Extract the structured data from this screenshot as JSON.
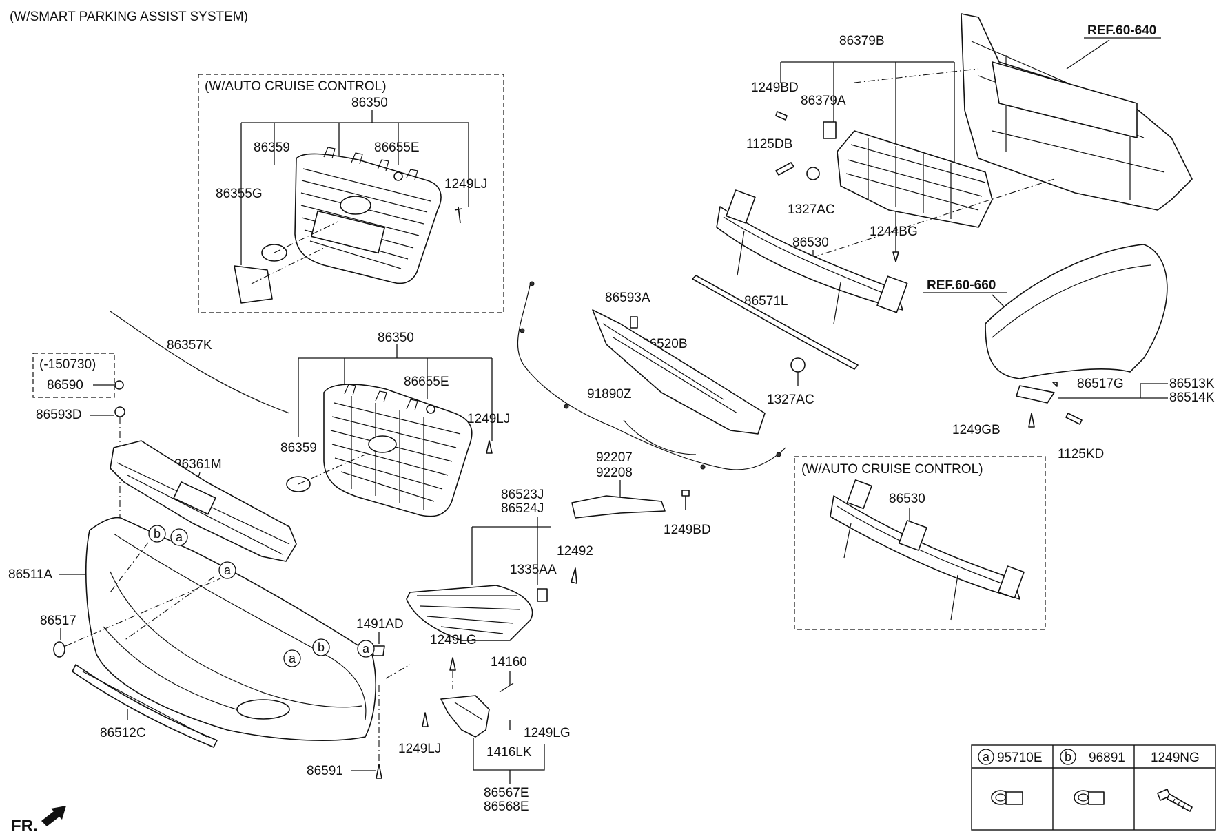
{
  "header": {
    "title": "(W/SMART PARKING ASSIST SYSTEM)"
  },
  "boxes": {
    "cruise_top": "(W/AUTO CRUISE CONTROL)",
    "cruise_bottom": "(W/AUTO CRUISE CONTROL)",
    "date_note": "(-150730)"
  },
  "refs": {
    "ref1": "REF.60-640",
    "ref2": "REF.60-660"
  },
  "labels": {
    "l86350a": "86350",
    "l86359a": "86359",
    "l86655Ea": "86655E",
    "l86355G": "86355G",
    "l1249LJa": "1249LJ",
    "l86379B": "86379B",
    "l1249BDa": "1249BD",
    "l86379A": "86379A",
    "l1125DB": "1125DB",
    "l1327ACa": "1327AC",
    "l1244BG": "1244BG",
    "l86530a": "86530",
    "l86571L": "86571L",
    "l1327ACb": "1327AC",
    "l86593A": "86593A",
    "l86520B": "86520B",
    "l91890Z": "91890Z",
    "l86357K": "86357K",
    "l86590": "86590",
    "l86593D": "86593D",
    "l86350b": "86350",
    "l86655Eb": "86655E",
    "l1249LJb": "1249LJ",
    "l86359b": "86359",
    "l86361M": "86361M",
    "l92207": "92207",
    "l92208": "92208",
    "l1249BDb": "1249BD",
    "l86523J": "86523J",
    "l86524J": "86524J",
    "l12492": "12492",
    "l1335AA": "1335AA",
    "l86511A": "86511A",
    "l86517": "86517",
    "l1491AD": "1491AD",
    "l1249LGa": "1249LG",
    "l14160": "14160",
    "l1249LGb": "1249LG",
    "l1249LJc": "1249LJ",
    "l1416LK": "1416LK",
    "l86512C": "86512C",
    "l86591": "86591",
    "l86567E": "86567E",
    "l86568E": "86568E",
    "l86517G": "86517G",
    "l86513K": "86513K",
    "l86514K": "86514K",
    "l1249GB": "1249GB",
    "l1125KD": "1125KD",
    "l86530b": "86530",
    "fr": "FR."
  },
  "callouts": {
    "a": "a",
    "b": "b"
  },
  "legend": {
    "col_a_code": "95710E",
    "col_b_code": "96891",
    "col_c_code": "1249NG"
  }
}
